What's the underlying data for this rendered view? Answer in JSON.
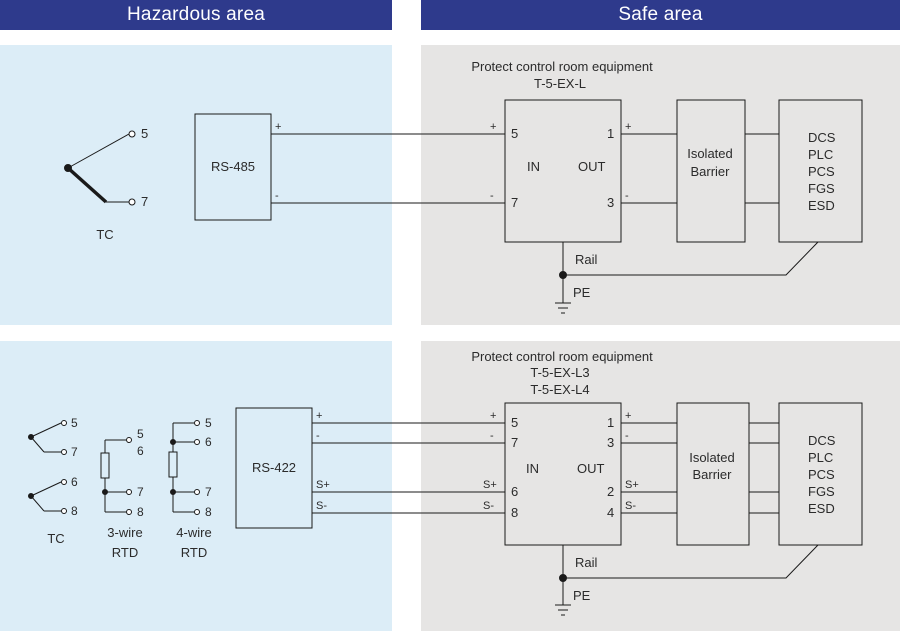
{
  "colors": {
    "header": "#2e3a8c",
    "hazardous_bg": "#dcedf7",
    "safe_bg": "#e6e5e4",
    "line": "#1a1a1a"
  },
  "headers": {
    "hazardous": "Hazardous area",
    "safe": "Safe area"
  },
  "diagram1": {
    "tc_label": "TC",
    "tc_terminal_top": "5",
    "tc_terminal_bottom": "7",
    "transmitter": "RS-485",
    "plus": "+",
    "minus": "-",
    "caption_title": "Protect control room equipment",
    "model": "T-5-EX-L",
    "in_terminal_top": "5",
    "in_terminal_bottom": "7",
    "in_label": "IN",
    "out_label": "OUT",
    "out_terminal_top": "1",
    "out_terminal_bottom": "3",
    "barrier_line1": "Isolated",
    "barrier_line2": "Barrier",
    "systems": [
      "DCS",
      "PLC",
      "PCS",
      "FGS",
      "ESD"
    ],
    "rail": "Rail",
    "pe": "PE"
  },
  "diagram2": {
    "tc_label": "TC",
    "tc1_top": "5",
    "tc1_bottom": "7",
    "tc2_top": "6",
    "tc2_bottom": "8",
    "rtd3_t1": "5",
    "rtd3_t2": "6",
    "rtd3_t3": "7",
    "rtd3_t4": "8",
    "rtd3_label1": "3-wire",
    "rtd3_label2": "RTD",
    "rtd4_t1": "5",
    "rtd4_t2": "6",
    "rtd4_t3": "7",
    "rtd4_t4": "8",
    "rtd4_label1": "4-wire",
    "rtd4_label2": "RTD",
    "transmitter": "RS-422",
    "plus": "+",
    "minus": "-",
    "s_plus": "S+",
    "s_minus": "S-",
    "caption_title": "Protect control room equipment",
    "model1": "T-5-EX-L3",
    "model2": "T-5-EX-L4",
    "in_terminals": [
      "5",
      "7",
      "6",
      "8"
    ],
    "in_label": "IN",
    "out_label": "OUT",
    "out_terminals": [
      "1",
      "3",
      "2",
      "4"
    ],
    "barrier_line1": "Isolated",
    "barrier_line2": "Barrier",
    "systems": [
      "DCS",
      "PLC",
      "PCS",
      "FGS",
      "ESD"
    ],
    "rail": "Rail",
    "pe": "PE"
  }
}
